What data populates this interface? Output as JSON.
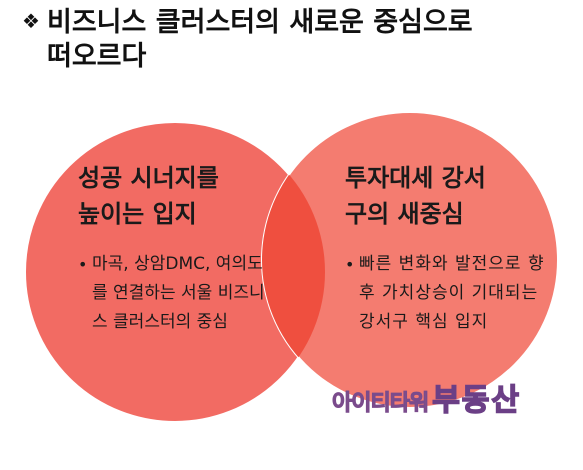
{
  "title": {
    "bullet_glyph": "❖",
    "line1": "비즈니스 클러스터의 새로운 중심으로",
    "line2": "떠오르다"
  },
  "venn": {
    "colors": {
      "left_circle": "#f26b63",
      "right_circle": "#f47c70",
      "overlap": "#ef4f3f",
      "outline": "#ffffff"
    },
    "left": {
      "heading_line1": "성공 시너지를",
      "heading_line2": "높이는 입지",
      "bullet": "마곡, 상암DMC, 여의도를 연결하는 서울 비즈니스 클러스터의 중심"
    },
    "right": {
      "heading_line1": "투자대세 강서",
      "heading_line2": "구의 새중심",
      "bullet": "빠른 변화와 발전으로 향후 가치상승이 기대되는 강서구 핵심 입지"
    }
  },
  "watermark": {
    "small_text": "아이티타워",
    "big_text": "부동산"
  }
}
